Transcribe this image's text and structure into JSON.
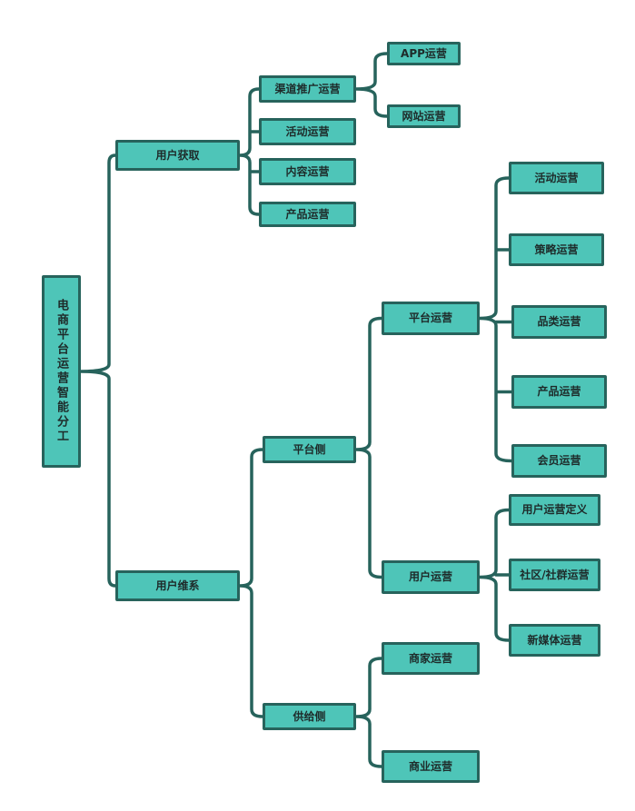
{
  "colors": {
    "node_fill": "#4ec5b8",
    "node_border": "#27635c",
    "connector": "#27635c"
  },
  "root": "电商平台运营智能分工",
  "acquisition": {
    "label": "用户获取",
    "children": {
      "channel": "渠道推广运营",
      "activity": "活动运营",
      "content": "内容运营",
      "product": "产品运营"
    },
    "channel_children": {
      "app": "APP运营",
      "website": "网站运营"
    }
  },
  "retention": {
    "label": "用户维系",
    "platform_side": {
      "label": "平台侧",
      "platform_ops": {
        "label": "平台运营",
        "children": [
          "活动运营",
          "策略运营",
          "品类运营",
          "产品运营",
          "会员运营"
        ]
      },
      "user_ops": {
        "label": "用户运营",
        "children": [
          "用户运营定义",
          "社区/社群运营",
          "新媒体运营"
        ]
      }
    },
    "supply_side": {
      "label": "供给侧",
      "children": [
        "商家运营",
        "商业运营"
      ]
    }
  }
}
